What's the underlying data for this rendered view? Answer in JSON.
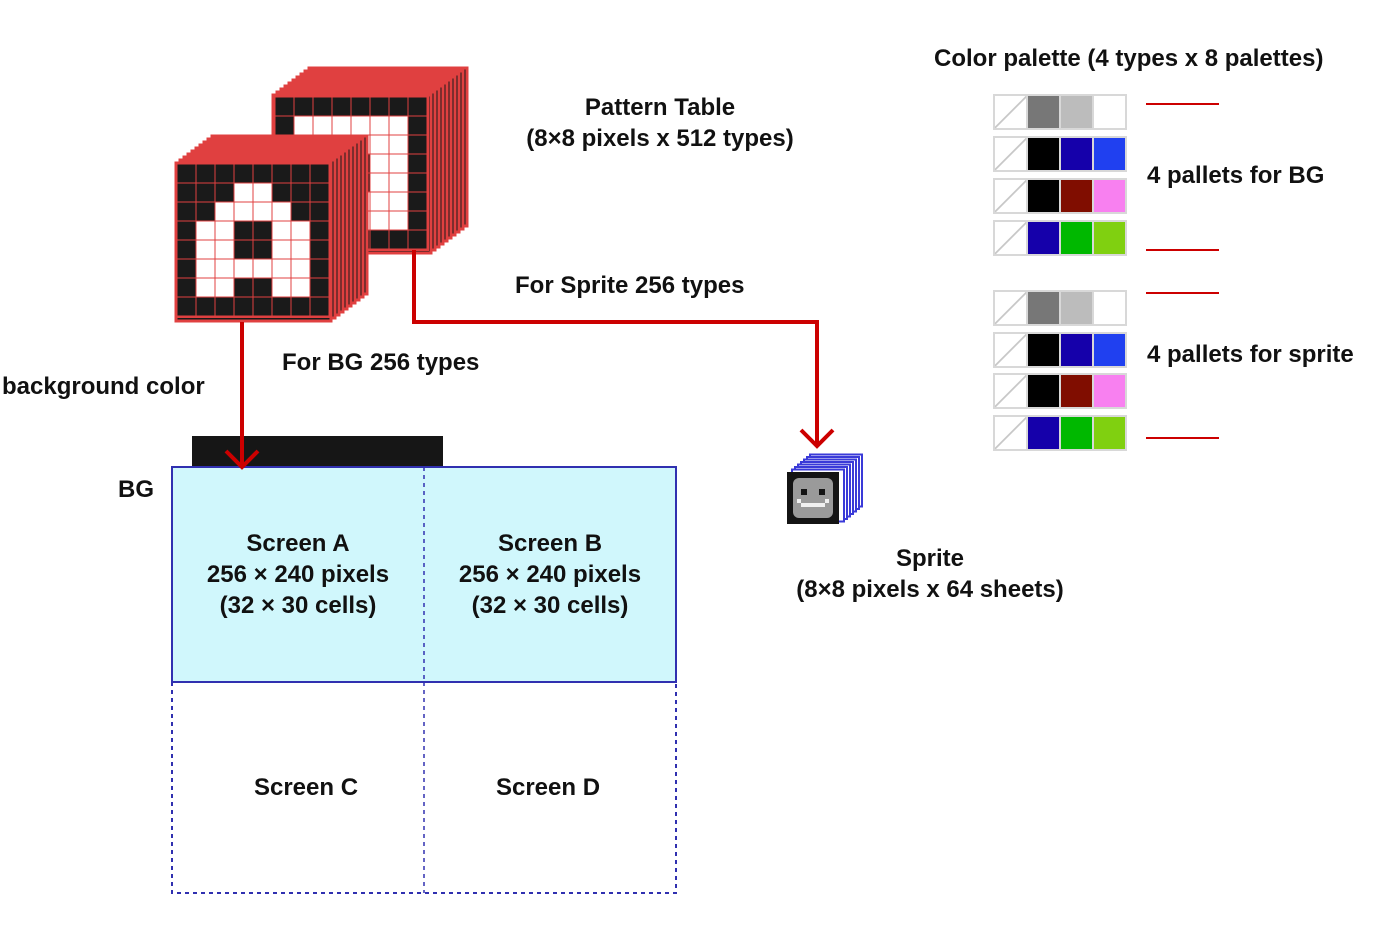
{
  "pattern_table": {
    "title": "Pattern Table",
    "subtitle": "(8×8 pixels x 512 types)",
    "for_sprite": "For Sprite 256 types",
    "for_bg": "For BG 256 types"
  },
  "background_color_label": "background color",
  "bg_label": "BG",
  "screens": {
    "a": {
      "name": "Screen A",
      "size": "256 × 240 pixels",
      "cells": "(32 × 30 cells)"
    },
    "b": {
      "name": "Screen B",
      "size": "256 × 240 pixels",
      "cells": "(32 × 30 cells)"
    },
    "c": {
      "name": "Screen C"
    },
    "d": {
      "name": "Screen D"
    }
  },
  "sprite": {
    "title": "Sprite",
    "subtitle": "(8×8 pixels x 64 sheets)"
  },
  "palette": {
    "title": "Color palette (4 types x 8 palettes)",
    "bg_group_label": "4 pallets for BG",
    "sprite_group_label": "4 pallets for sprite",
    "bg_rows": [
      [
        "transparent",
        "#777777",
        "#bcbcbc",
        "#ffffff"
      ],
      [
        "transparent",
        "#000000",
        "#1500aa",
        "#2040f0"
      ],
      [
        "transparent",
        "#000000",
        "#800d00",
        "#f880f0"
      ],
      [
        "transparent",
        "#1500aa",
        "#00b800",
        "#80d010"
      ]
    ],
    "sprite_rows": [
      [
        "transparent",
        "#777777",
        "#bcbcbc",
        "#ffffff"
      ],
      [
        "transparent",
        "#000000",
        "#1500aa",
        "#2040f0"
      ],
      [
        "transparent",
        "#000000",
        "#800d00",
        "#f880f0"
      ],
      [
        "transparent",
        "#1500aa",
        "#00b800",
        "#80d010"
      ]
    ]
  },
  "colors": {
    "arrow": "#cc0000",
    "tile_red": "#e04040",
    "bg_fill": "#d0f7fc",
    "screen_border": "#3030b0",
    "sprite_blue": "#3a3ad8"
  }
}
